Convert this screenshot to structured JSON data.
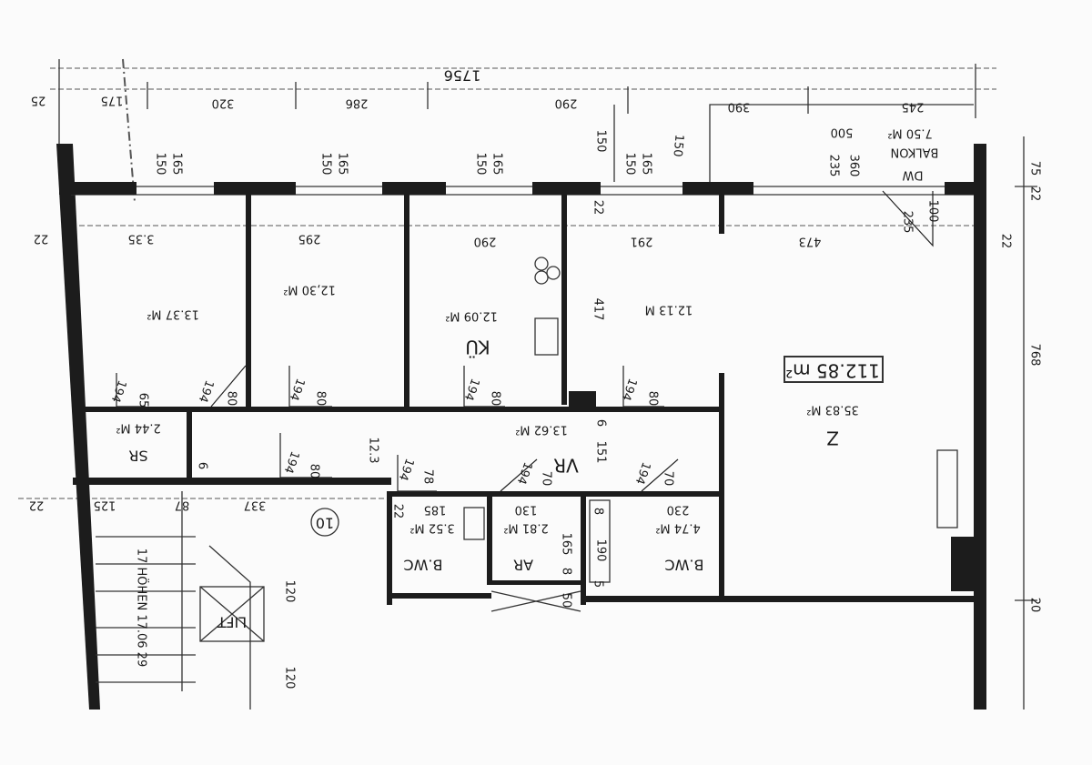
{
  "plan": {
    "total_area": "112.85 m²",
    "dims_top": {
      "overall": "1756",
      "d25": "25",
      "d175": "175",
      "d320": "320",
      "d286": "286",
      "d290": "290",
      "d390": "390",
      "d245": "245",
      "d150": "150",
      "d150b": "150"
    },
    "windows": [
      {
        "a": "150",
        "b": "165"
      },
      {
        "a": "150",
        "b": "165"
      },
      {
        "a": "150",
        "b": "165"
      },
      {
        "a": "150",
        "b": "165"
      },
      {
        "a": "235",
        "b": "360"
      }
    ],
    "balcony": {
      "label": "BALKON",
      "area": "7.50 M²",
      "width": "500",
      "door": "DW",
      "d100": "100",
      "d235": "235"
    },
    "right_dims": {
      "d75": "75",
      "d22a": "22",
      "d22b": "22",
      "d768": "768",
      "d20": "20"
    },
    "left_dims": {
      "d22a": "22",
      "d22b": "22"
    },
    "room_widths": {
      "r1": "3.35",
      "r2": "295",
      "r3": "290",
      "r4": "291",
      "r5": "473",
      "r4h": "417",
      "d22": "22"
    },
    "rooms": [
      {
        "name": "",
        "area": "13.37 M²"
      },
      {
        "name": "",
        "area": "12,30 M²"
      },
      {
        "name": "KÜ",
        "area": "12.09 M²"
      },
      {
        "name": "",
        "area": "12.13 M"
      },
      {
        "name": "Z",
        "area": "35.83 M²"
      },
      {
        "name": "SR",
        "area": "2.44 M²"
      },
      {
        "name": "VR",
        "area": "13.62 M²"
      },
      {
        "name": "B.WC",
        "area": "3.52 M²",
        "width": "185"
      },
      {
        "name": "AR",
        "area": "2.81 M²",
        "width": "130"
      },
      {
        "name": "B.WC",
        "area": "4.74 M²",
        "width": "230"
      }
    ],
    "corridor_dims": {
      "d123": "12.3",
      "d151": "151",
      "d6a": "6",
      "d6b": "6",
      "d165": "165",
      "d8": "8",
      "d8b": "8",
      "d190": "190",
      "d50": "50",
      "d5": "5",
      "d22": "22"
    },
    "doors": [
      "194",
      "65",
      "194",
      "80",
      "194",
      "80",
      "194",
      "80",
      "194",
      "80",
      "194",
      "80",
      "194",
      "78",
      "194",
      "70",
      "194",
      "70"
    ],
    "stair": {
      "d125": "125",
      "d87": "87",
      "d337": "337",
      "unit_no": "10",
      "heights": "17 HÖHEN 17.06 29",
      "lift": "LIFT",
      "d120a": "120",
      "d120b": "120"
    }
  }
}
